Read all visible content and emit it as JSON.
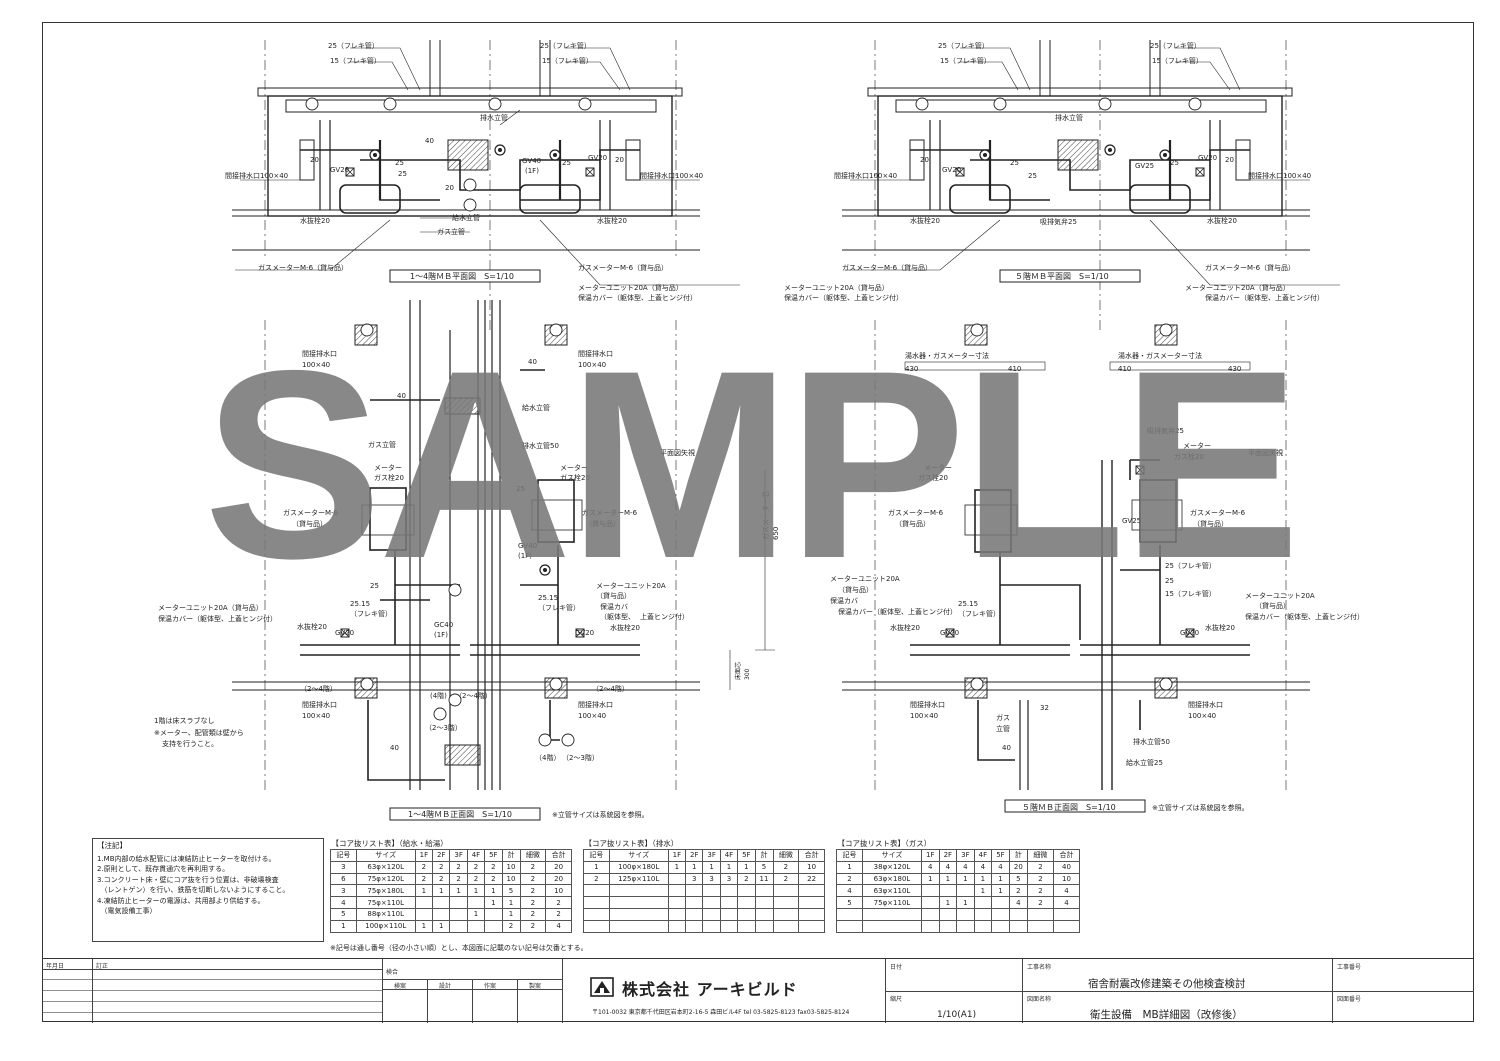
{
  "watermark": "SAMPLE",
  "drawing_titles": {
    "plan_1_4": "1～4階ＭＢ平面図　S=1/10",
    "plan_5": "５階ＭＢ平面図　S=1/10",
    "elev_1_4": "1～4階ＭＢ正面図　S=1/10",
    "elev_5": "５階ＭＢ正面図　S=1/10",
    "elev_note": "※立管サイズは系統図を参照。"
  },
  "plan_labels": {
    "flex25": "25（フレキ管）",
    "flex15": "15（フレキ管）",
    "drain_riser": "排水立管",
    "indirect_drain": "間接排水口100×40",
    "gv20": "GV20",
    "gv40": "GV40",
    "gv40_1f": "(1F)",
    "gv25": "GV25",
    "water_stop": "水抜栓20",
    "water_riser": "給水立管",
    "gas_riser": "ガス立管",
    "gas_meter": "ガスメーターM-6（貸与品）",
    "meter_unit": "メーターユニット20A（貸与品）",
    "insul_cover": "保温カバー（躯体型、上蓋ヒンジ付）",
    "suction_valve": "吸排気弁25",
    "n20": "20",
    "n25": "25",
    "n40": "40"
  },
  "elev_labels": {
    "indirect_drain_a": "間接排水口",
    "indirect_drain_b": "100×40",
    "water_riser": "給水立管",
    "gas_riser": "ガス立管",
    "drain_riser50": "排水立管50",
    "meter": "メーター",
    "gas_stop20": "ガス栓20",
    "gas_meter_m6": "ガスメーターM-6",
    "lent": "（貸与品）",
    "gv40": "GV40",
    "gv40_1f": "(1F)",
    "meter_unit_20a": "メーターユニット20A",
    "meter_unit_short": "メーターユニット20A（貸与品）",
    "insul_cover": "保温カバー（躯体型、上蓋ヒンジ付）",
    "insul_cover_a": "保温カバ",
    "insul_cover_b": "（躯体型、",
    "insul_cover_c": "上蓋ヒンジ付）",
    "flex": "（フレキ管）",
    "water_stop": "水抜栓20",
    "gv20": "GV20",
    "gc40": "GC40",
    "floors24": "（2～4階）",
    "floors23": "（2～3階）",
    "floor4": "(4階)",
    "floor4b": "（4階）",
    "floor1_note": "1階は床スラブなし",
    "meter_note1": "※メーター、配管類は壁から",
    "meter_note2": "支持を行うこと。",
    "plan_arrow": "平面図矢視",
    "dims": "湯水器・ガスメーター寸法",
    "d430": "430",
    "d410": "410",
    "gas_meter_dim": "ガスメーター芯",
    "d650": "650",
    "floor_dim": "床面芯",
    "d300": "300",
    "suction_valve": "吸排気弁25",
    "n25_15": "25.15",
    "flex25": "25（フレキ管）",
    "n25": "25",
    "flex15": "15（フレキ管）",
    "gas_a": "ガス",
    "gas_b": "立管",
    "drain50": "排水立管50",
    "water25": "給水立管25",
    "n32": "32",
    "n40": "40",
    "gv25": "GV25"
  },
  "notes": {
    "title": "【注記】",
    "lines": [
      "1.MB内部の給水配管には凍結防止ヒーターを取付ける。",
      "2.原則として、既存貫通穴を再利用する。",
      "3.コンクリート床・壁にコア抜を行う位置は、非破壊検査",
      "　（レントゲン）を行い、鉄筋を切断しないようにすること。",
      "4.凍結防止ヒーターの電源は、共用部より供給する。",
      "　（電気設備工事）"
    ]
  },
  "core_water": {
    "title": "【コア抜リスト表】（給水・給湯）",
    "headers": [
      "記号",
      "サイズ",
      "1F",
      "2F",
      "3F",
      "4F",
      "5F",
      "計",
      "細微",
      "合計"
    ],
    "rows": [
      [
        "3",
        "63φ×120L",
        "2",
        "2",
        "2",
        "2",
        "2",
        "10",
        "2",
        "20"
      ],
      [
        "6",
        "75φ×120L",
        "2",
        "2",
        "2",
        "2",
        "2",
        "10",
        "2",
        "20"
      ],
      [
        "3",
        "75φ×180L",
        "1",
        "1",
        "1",
        "1",
        "1",
        "5",
        "2",
        "10"
      ],
      [
        "4",
        "75φ×110L",
        "",
        "",
        "",
        "",
        "1",
        "1",
        "2",
        "2"
      ],
      [
        "5",
        "88φ×110L",
        "",
        "",
        "",
        "1",
        "",
        "1",
        "2",
        "2"
      ],
      [
        "1",
        "100φ×110L",
        "1",
        "1",
        "",
        "",
        "",
        "2",
        "2",
        "4"
      ]
    ]
  },
  "core_drain": {
    "title": "【コア抜リスト表】（排水）",
    "headers": [
      "記号",
      "サイズ",
      "1F",
      "2F",
      "3F",
      "4F",
      "5F",
      "計",
      "細微",
      "合計"
    ],
    "rows": [
      [
        "1",
        "100φ×180L",
        "1",
        "1",
        "1",
        "1",
        "1",
        "5",
        "2",
        "10"
      ],
      [
        "2",
        "125φ×110L",
        "",
        "3",
        "3",
        "3",
        "2",
        "11",
        "2",
        "22"
      ]
    ]
  },
  "core_gas": {
    "title": "【コア抜リスト表】（ガス）",
    "headers": [
      "記号",
      "サイズ",
      "1F",
      "2F",
      "3F",
      "4F",
      "5F",
      "計",
      "細微",
      "合計"
    ],
    "rows": [
      [
        "1",
        "38φ×120L",
        "4",
        "4",
        "4",
        "4",
        "4",
        "20",
        "2",
        "40"
      ],
      [
        "2",
        "63φ×180L",
        "1",
        "1",
        "1",
        "1",
        "1",
        "5",
        "2",
        "10"
      ],
      [
        "4",
        "63φ×110L",
        "",
        "",
        "",
        "1",
        "1",
        "2",
        "2",
        "4"
      ],
      [
        "5",
        "75φ×110L",
        "",
        "1",
        "1",
        "",
        "",
        "4",
        "2",
        "4"
      ]
    ]
  },
  "table_note": "※記号は通し番号（径の小さい順）とし、本図面に記載のない記号は欠番とする。",
  "title_block": {
    "date_label": "年月日",
    "rev_label": "訂正",
    "approve_label": "検合",
    "approve_cols": [
      "検案",
      "設計",
      "作案",
      "製案"
    ],
    "company": "株式会社 アーキビルド",
    "address": "〒101-0032 東京都千代田区岩本町2-16-5 森田ビル4F tel 03-5825-8123 fax03-5825-8124",
    "date_field": "日付",
    "scale_label": "縮尺",
    "scale": "1/10(A1)",
    "project_label": "工事名称",
    "project": "宿舎耐震改修建築その他検査検討",
    "drawing_label": "図面名称",
    "drawing": "衛生設備　MB詳細図（改修後）",
    "project_no_label": "工事番号",
    "drawing_no_label": "図面番号"
  }
}
